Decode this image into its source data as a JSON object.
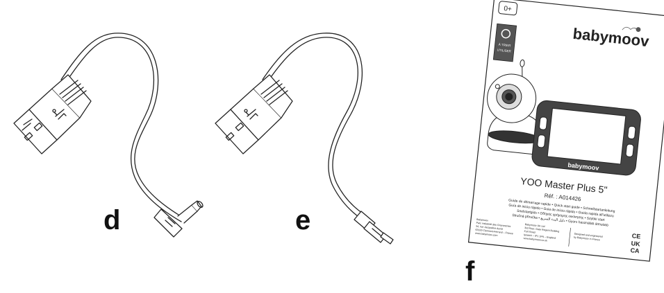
{
  "labels": {
    "d": "d",
    "e": "e",
    "f": "f"
  },
  "leaflet": {
    "brand": "babymoov",
    "recycle_line1": "À TRIER",
    "recycle_line2": "UTILISER",
    "screen_brand": "babymoov",
    "product_title": "YOO Master Plus 5\"",
    "ref": "Réf. : A014426",
    "guide_lines": [
      "Guide de démarrage rapide • Quick start guide • Schnellstartanleitung",
      "Guía de inicio rápido • Guia de início rápido • Guida rapida all'utilizzo",
      "Snelstartgids • Οδηγός γρήγορης εκκίνησης • Szybki start",
      "Stručná příručka • دليل البدء السريع • Gyors használati útmutató"
    ],
    "address_left": [
      "Babymoov",
      "Parc industriel des Gravanches",
      "34, rue Jacqueline Auriol",
      "63100 Clermont-Ferrand – France",
      "www.babymoov.com"
    ],
    "address_mid": [
      "Babymoov UK Ltd",
      "3rd Floor, Gate Regent Building",
      "Fort Road",
      "Ipswich – IP1 1FN – England",
      "www.babymoov.co.uk"
    ],
    "address_right": [
      "Designed and engineered",
      "by Babymoov in France"
    ],
    "marks": [
      "CE",
      "UK",
      "CA"
    ],
    "age_badge": "0+"
  }
}
